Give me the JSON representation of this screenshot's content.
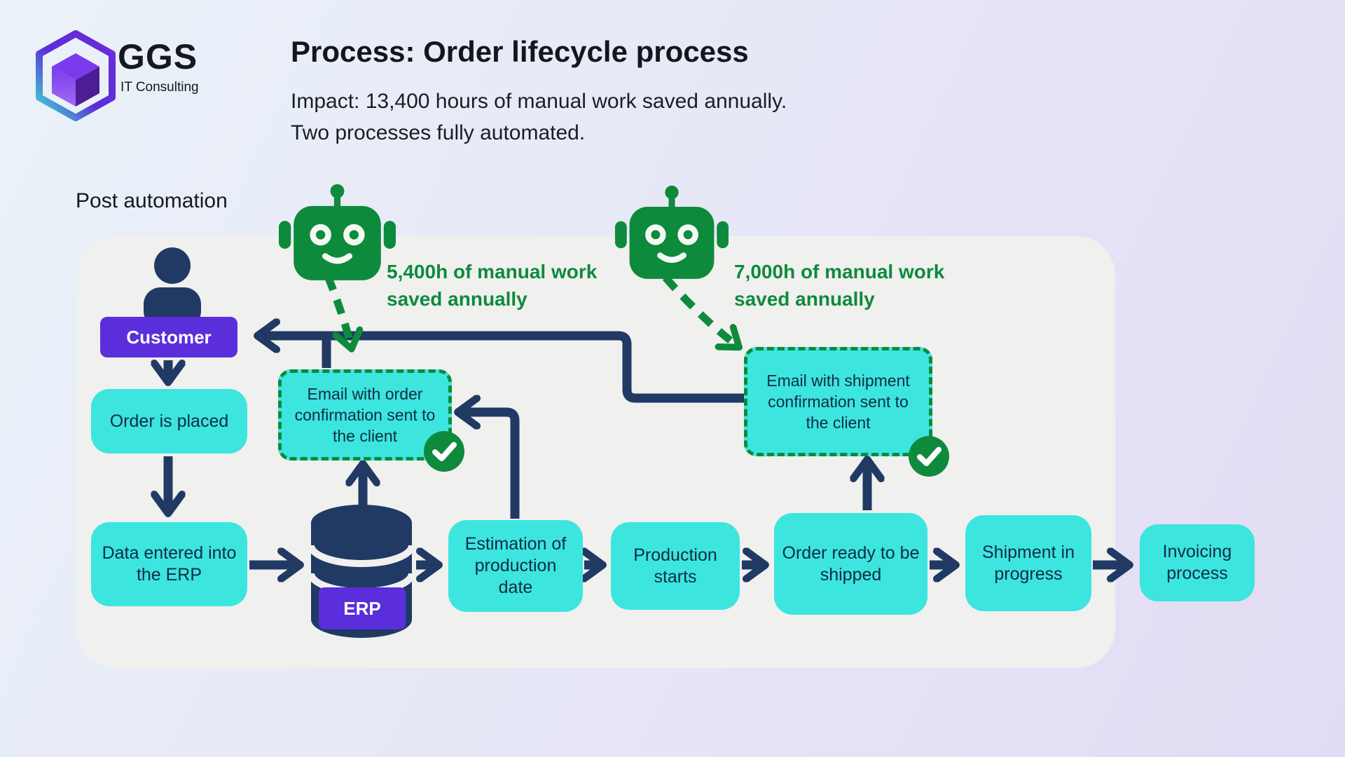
{
  "brand": {
    "name": "GGS",
    "tagline": "IT Consulting",
    "logo_icon": "hexagon-cube-logo"
  },
  "header": {
    "title": "Process: Order lifecycle process",
    "impact": "Impact: 13,400 hours of manual work saved annually.\nTwo processes fully automated."
  },
  "section": {
    "label": "Post automation"
  },
  "automations": [
    {
      "icon": "robot-icon",
      "savings": "5,400h of manual work\nsaved annually",
      "status_icon": "check-circle-icon",
      "target": "email_order"
    },
    {
      "icon": "robot-icon",
      "savings": "7,000h of manual work\nsaved annually",
      "status_icon": "check-circle-icon",
      "target": "email_shipment"
    }
  ],
  "actors": [
    {
      "icon": "person-icon",
      "label": "Customer"
    }
  ],
  "systems": [
    {
      "icon": "database-icon",
      "label": "ERP"
    }
  ],
  "steps": {
    "order_placed": "Order is placed",
    "data_entered": "Data entered into\nthe ERP",
    "estimation": "Estimation of\nproduction\ndate",
    "production": "Production\nstarts",
    "order_ready": "Order ready to be\nshipped",
    "shipment": "Shipment in\nprogress",
    "invoicing": "Invoicing\nprocess",
    "email_order": "Email with order\nconfirmation sent to\nthe client",
    "email_shipment": "Email with shipment\nconfirmation sent to\nthe client"
  },
  "colors": {
    "navy": "#203a64",
    "cyan": "#3de5df",
    "purple": "#5a2edb",
    "green": "#0e8a3c",
    "canvas": "#f0f0ef",
    "background_left": "#eaf2f8",
    "background_right": "#e2dbf4",
    "text_dark": "#13161c",
    "box_text": "#0f2d42"
  }
}
